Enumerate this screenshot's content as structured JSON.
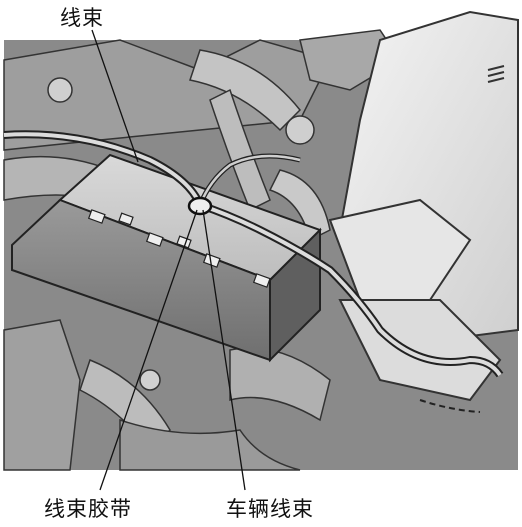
{
  "labels": {
    "harness": "线束",
    "harness_tie": "线束胶带",
    "vehicle_harness": "车辆线束"
  }
}
